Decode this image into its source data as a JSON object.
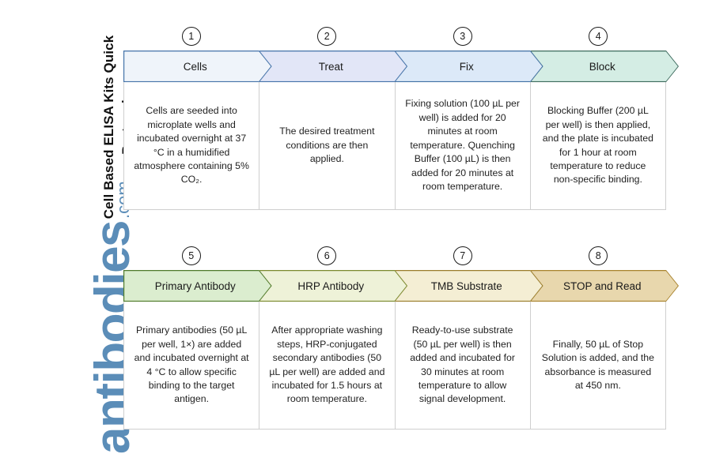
{
  "title": "Cell Based ELISA Kits Quick Protocol",
  "watermark": {
    "main": "antibodies",
    "suffix": ".com",
    "color": "#5b8db8"
  },
  "rows": [
    {
      "steps": [
        {
          "number": "1",
          "label": "Cells",
          "fill": "#eff4fa",
          "stroke": "#4472a8",
          "body": "Cells are seeded into microplate wells and incubated overnight at 37 °C in a humidified atmosphere containing 5% CO₂."
        },
        {
          "number": "2",
          "label": "Treat",
          "fill": "#e2e6f7",
          "stroke": "#4472a8",
          "body": "The desired treatment conditions are then applied."
        },
        {
          "number": "3",
          "label": "Fix",
          "fill": "#dce9f8",
          "stroke": "#3f6fa3",
          "body": "Fixing solution (100 µL per well) is added for 20 minutes at room temperature. Quenching Buffer (100 µL) is then added for 20 minutes at room temperature."
        },
        {
          "number": "4",
          "label": "Block",
          "fill": "#d4ede4",
          "stroke": "#3c6a5c",
          "body": "Blocking Buffer (200 µL per well) is then applied, and the plate is incubated for 1 hour at room temperature to reduce non-specific binding."
        }
      ]
    },
    {
      "steps": [
        {
          "number": "5",
          "label": "Primary Antibody",
          "fill": "#dbedcf",
          "stroke": "#4f7a2a",
          "body": "Primary antibodies (50 µL per well, 1×) are added and incubated overnight at 4 °C to allow specific binding to the target antigen."
        },
        {
          "number": "6",
          "label": "HRP Antibody",
          "fill": "#eef2d8",
          "stroke": "#7a8a2e",
          "body": "After appropriate washing steps, HRP-conjugated secondary antibodies (50 µL per well) are added and incubated for 1.5 hours at room temperature."
        },
        {
          "number": "7",
          "label": "TMB Substrate",
          "fill": "#f4eed4",
          "stroke": "#9a7c2a",
          "body": "Ready-to-use substrate (50 µL per well) is then added and incubated for 30 minutes at room temperature to allow signal development."
        },
        {
          "number": "8",
          "label": "STOP and Read",
          "fill": "#e8d7ad",
          "stroke": "#a8822c",
          "body": "Finally, 50 µL of Stop Solution is added, and the absorbance is measured at 450 nm."
        }
      ]
    }
  ]
}
